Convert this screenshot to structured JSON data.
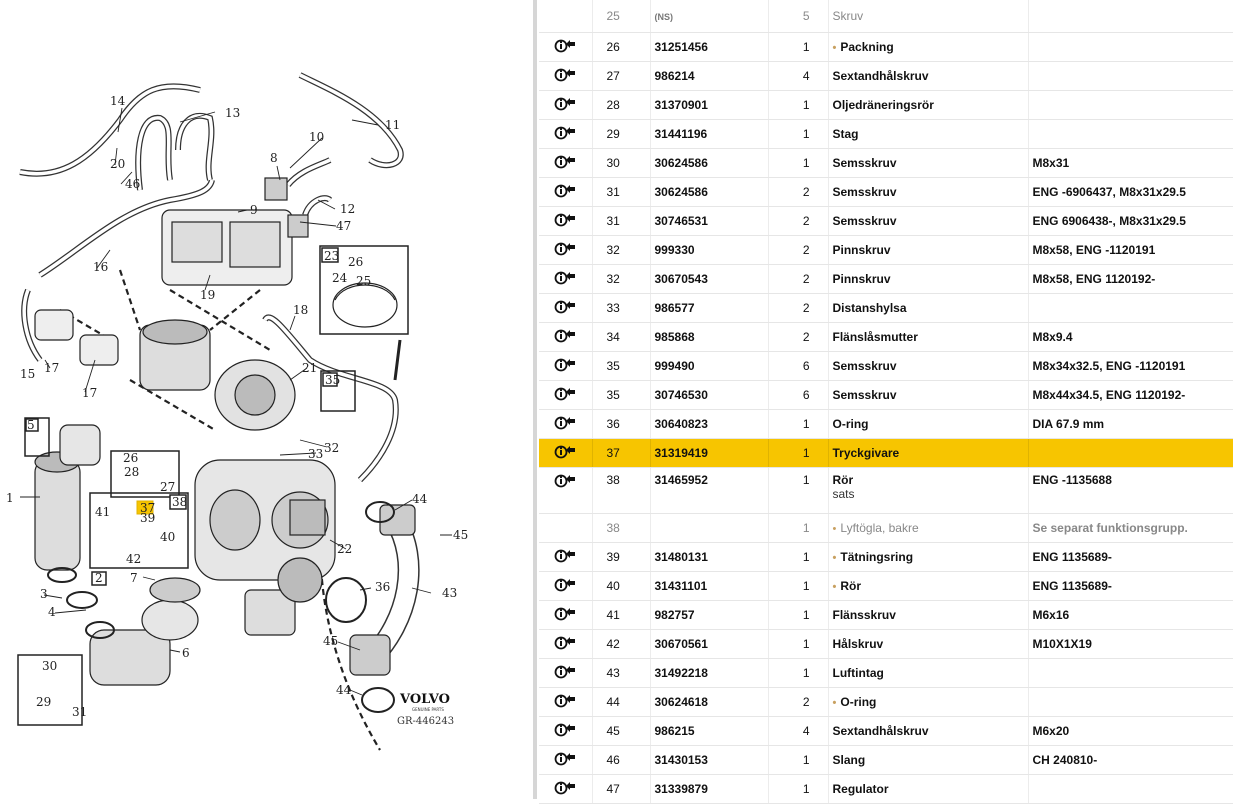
{
  "diagram": {
    "logo_text": "VOLVO",
    "logo_sub": "GENUINE PARTS",
    "ref": "GR-446243",
    "callouts": [
      "1",
      "2",
      "3",
      "4",
      "5",
      "6",
      "7",
      "8",
      "9",
      "10",
      "11",
      "12",
      "13",
      "14",
      "15",
      "16",
      "17",
      "17",
      "18",
      "19",
      "20",
      "21",
      "22",
      "23",
      "24",
      "25",
      "26",
      "26",
      "27",
      "28",
      "29",
      "30",
      "31",
      "32",
      "33",
      "35",
      "36",
      "37",
      "38",
      "39",
      "40",
      "41",
      "42",
      "43",
      "44",
      "44",
      "45",
      "45",
      "46",
      "47"
    ]
  },
  "icon": "info-arrow-icon",
  "highlight_color": "#f7c500",
  "rows": [
    {
      "pos": "25",
      "art": "(NS)",
      "qty": "5",
      "name": "Skruv",
      "remark": "",
      "sub": true,
      "icon": false
    },
    {
      "pos": "26",
      "art": "31251456",
      "qty": "1",
      "name": "Packning",
      "remark": "",
      "dot": true,
      "icon": true
    },
    {
      "pos": "27",
      "art": "986214",
      "qty": "4",
      "name": "Sextandhålskruv",
      "remark": "",
      "icon": true
    },
    {
      "pos": "28",
      "art": "31370901",
      "qty": "1",
      "name": "Oljedräneringsrör",
      "remark": "",
      "icon": true
    },
    {
      "pos": "29",
      "art": "31441196",
      "qty": "1",
      "name": "Stag",
      "remark": "",
      "icon": true
    },
    {
      "pos": "30",
      "art": "30624586",
      "qty": "1",
      "name": "Semsskruv",
      "remark": "M8x31",
      "icon": true
    },
    {
      "pos": "31",
      "art": "30624586",
      "qty": "2",
      "name": "Semsskruv",
      "remark": "ENG -6906437, M8x31x29.5",
      "icon": true
    },
    {
      "pos": "31",
      "art": "30746531",
      "qty": "2",
      "name": "Semsskruv",
      "remark": "ENG 6906438-, M8x31x29.5",
      "icon": true
    },
    {
      "pos": "32",
      "art": "999330",
      "qty": "2",
      "name": "Pinnskruv",
      "remark": "M8x58, ENG -1120191",
      "icon": true
    },
    {
      "pos": "32",
      "art": "30670543",
      "qty": "2",
      "name": "Pinnskruv",
      "remark": "M8x58, ENG 1120192-",
      "icon": true
    },
    {
      "pos": "33",
      "art": "986577",
      "qty": "2",
      "name": "Distanshylsa",
      "remark": "",
      "icon": true
    },
    {
      "pos": "34",
      "art": "985868",
      "qty": "2",
      "name": "Flänslåsmutter",
      "remark": "M8x9.4",
      "icon": true
    },
    {
      "pos": "35",
      "art": "999490",
      "qty": "6",
      "name": "Semsskruv",
      "remark": "M8x34x32.5, ENG -1120191",
      "icon": true
    },
    {
      "pos": "35",
      "art": "30746530",
      "qty": "6",
      "name": "Semsskruv",
      "remark": "M8x44x34.5, ENG 1120192-",
      "icon": true
    },
    {
      "pos": "36",
      "art": "30640823",
      "qty": "1",
      "name": "O-ring",
      "remark": "DIA 67.9 mm",
      "icon": true
    },
    {
      "pos": "37",
      "art": "31319419",
      "qty": "1",
      "name": "Tryckgivare",
      "remark": "",
      "icon": true,
      "highlight": true
    },
    {
      "pos": "38",
      "art": "31465952",
      "qty": "1",
      "name": "Rör",
      "name2": "sats",
      "remark": "ENG -1135688",
      "icon": true,
      "tall": true
    },
    {
      "pos": "38",
      "art": "",
      "qty": "1",
      "name": "Lyftögla, bakre",
      "remark": "Se separat funktionsgrupp.",
      "dot": true,
      "sub": true,
      "icon": false
    },
    {
      "pos": "39",
      "art": "31480131",
      "qty": "1",
      "name": "Tätningsring",
      "remark": "ENG 1135689-",
      "dot": true,
      "icon": true
    },
    {
      "pos": "40",
      "art": "31431101",
      "qty": "1",
      "name": "Rör",
      "remark": "ENG 1135689-",
      "dot": true,
      "icon": true
    },
    {
      "pos": "41",
      "art": "982757",
      "qty": "1",
      "name": "Flänsskruv",
      "remark": "M6x16",
      "icon": true
    },
    {
      "pos": "42",
      "art": "30670561",
      "qty": "1",
      "name": "Hålskruv",
      "remark": "M10X1X19",
      "icon": true
    },
    {
      "pos": "43",
      "art": "31492218",
      "qty": "1",
      "name": "Luftintag",
      "remark": "",
      "icon": true
    },
    {
      "pos": "44",
      "art": "30624618",
      "qty": "2",
      "name": "O-ring",
      "remark": "",
      "dot": true,
      "icon": true
    },
    {
      "pos": "45",
      "art": "986215",
      "qty": "4",
      "name": "Sextandhålskruv",
      "remark": "M6x20",
      "icon": true
    },
    {
      "pos": "46",
      "art": "31430153",
      "qty": "1",
      "name": "Slang",
      "remark": "CH 240810-",
      "icon": true
    },
    {
      "pos": "47",
      "art": "31339879",
      "qty": "1",
      "name": "Regulator",
      "remark": "",
      "icon": true
    }
  ]
}
